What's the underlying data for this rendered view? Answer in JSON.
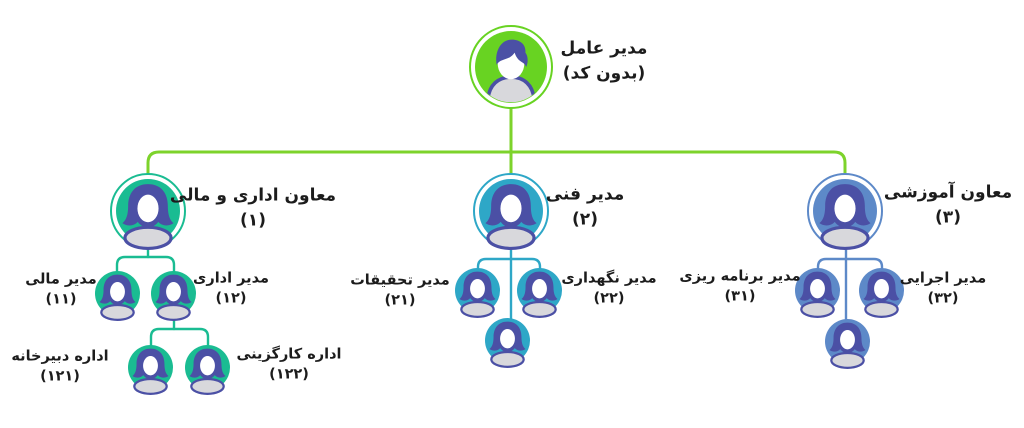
{
  "colors": {
    "root_green": "#68d322",
    "connector_green": "#7dd32b",
    "branch_admin_finance": "#1abc92",
    "branch_technical": "#2ea7c7",
    "branch_education": "#5d89c8",
    "avatar_hair": "#4b50a5",
    "avatar_body": "#d8d8dc",
    "label_text": "#1c1c1c"
  },
  "nodes": {
    "ceo": {
      "title": "مدیر عامل",
      "code": "(بدون کد)"
    },
    "admin_finance_deputy": {
      "title": "معاون اداری و مالی",
      "code": "(۱)"
    },
    "technical_manager": {
      "title": "مدیر فنی",
      "code": "(۲)"
    },
    "education_deputy": {
      "title": "معاون آموزشی",
      "code": "(۳)"
    },
    "finance_manager": {
      "title": "مدیر مالی",
      "code": "(۱۱)"
    },
    "admin_manager": {
      "title": "مدیر اداری",
      "code": "(۱۲)"
    },
    "secretariat_office": {
      "title": "اداره دبیرخانه",
      "code": "(۱۲۱)"
    },
    "personnel_office": {
      "title": "اداره کارگزینی",
      "code": "(۱۲۲)"
    },
    "research_manager": {
      "title": "مدیر تحقیقات",
      "code": "(۲۱)"
    },
    "maintenance_manager": {
      "title": "مدیر نگهداری",
      "code": "(۲۲)"
    },
    "planning_manager": {
      "title": "مدیر برنامه ریزی",
      "code": "(۳۱)"
    },
    "executive_manager": {
      "title": "مدیر اجرایی",
      "code": "(۳۲)"
    }
  }
}
